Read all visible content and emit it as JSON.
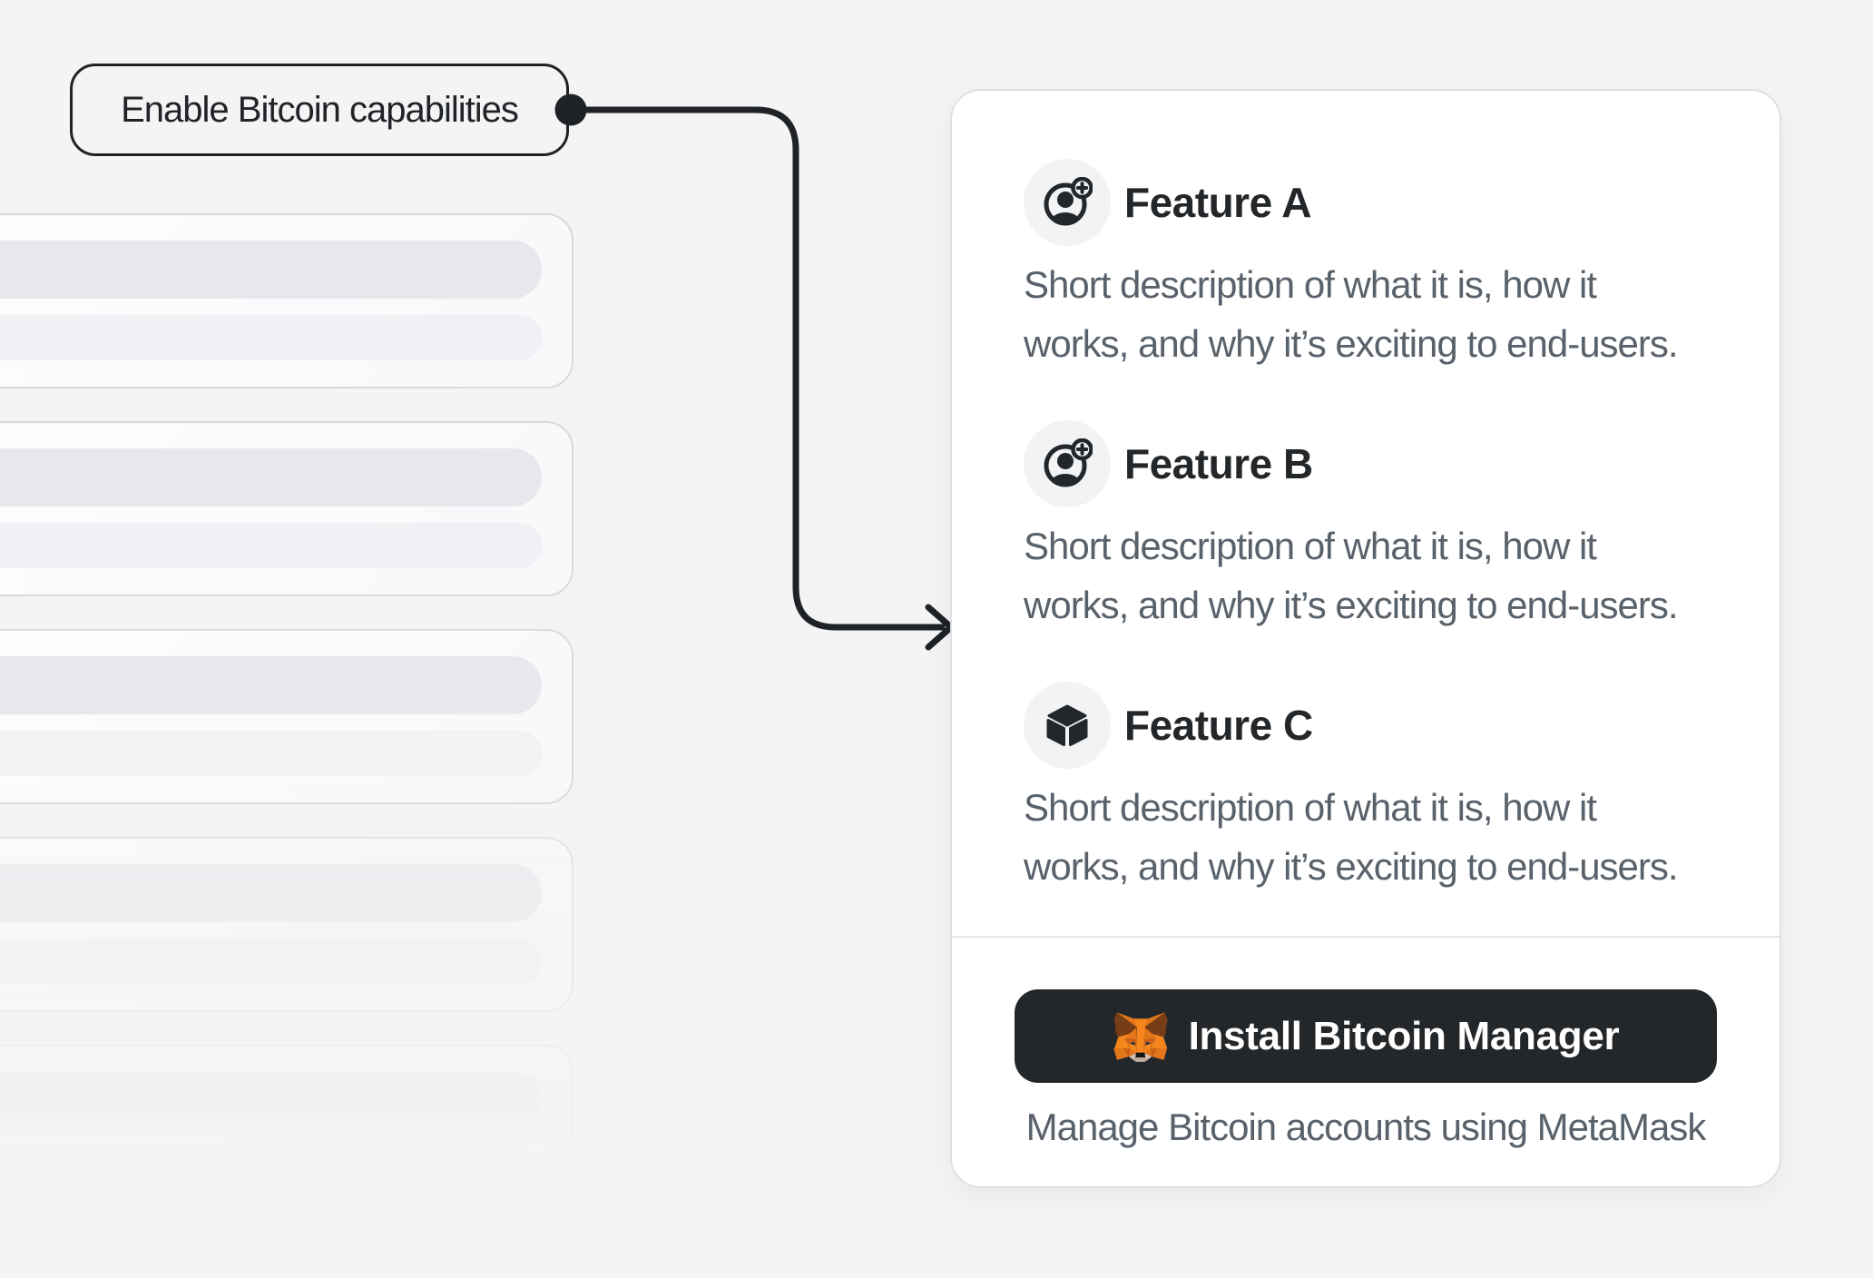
{
  "callout": {
    "label": "Enable Bitcoin capabilities"
  },
  "panel": {
    "features": [
      {
        "title": "Feature A",
        "icon": "account-plus-icon",
        "desc_line1": "Short description of what it is, how it",
        "desc_line2": "works, and why it’s exciting to end-users."
      },
      {
        "title": "Feature B",
        "icon": "account-plus-icon",
        "desc_line1": "Short description of what it is, how it",
        "desc_line2": "works, and why it’s exciting to end-users."
      },
      {
        "title": "Feature C",
        "icon": "cube-icon",
        "desc_line1": "Short description of what it is, how it",
        "desc_line2": "works, and why it’s exciting to end-users."
      }
    ],
    "footer": {
      "button_label": "Install Bitcoin Manager",
      "button_icon": "metamask-fox-icon",
      "caption": "Manage Bitcoin accounts using MetaMask"
    }
  },
  "colors": {
    "page_background": "#f4f4f5",
    "card_background": "#ffffff",
    "annotation_ink": "#1f2226",
    "title_text": "#24272a",
    "secondary_text": "#59616a",
    "button_background": "#24272a",
    "button_text": "#ffffff",
    "icon_circle_background": "#f2f3f5",
    "metamask_orange": "#f6851b"
  }
}
